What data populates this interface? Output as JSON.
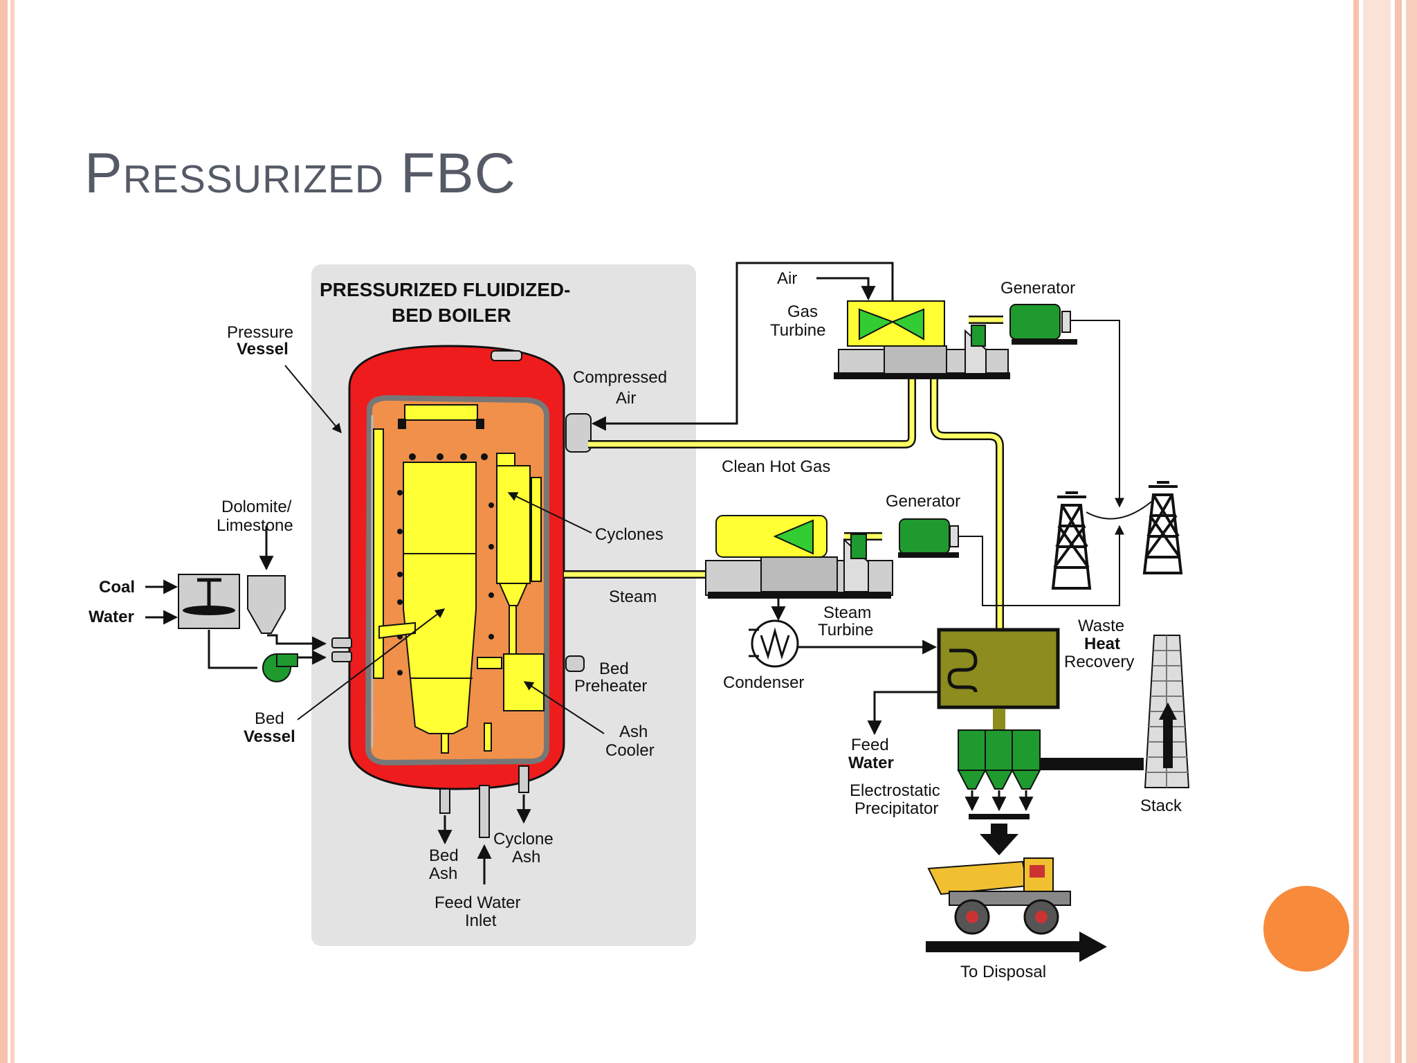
{
  "slide": {
    "title": "Pressurized FBC"
  },
  "diagram": {
    "heading_line1": "PRESSURIZED FLUIDIZED-",
    "heading_line2": "BED BOILER",
    "labels": {
      "pressure": "Pressure",
      "vessel": "Vessel",
      "compressed": "Compressed",
      "air_small": "Air",
      "air_top": "Air",
      "gas": "Gas",
      "turbine": "Turbine",
      "generator_top": "Generator",
      "clean_hot_gas": "Clean Hot Gas",
      "generator_mid": "Generator",
      "dolomite": "Dolomite/",
      "limestone": "Limestone",
      "cyclones": "Cyclones",
      "coal": "Coal",
      "water": "Water",
      "steam": "Steam",
      "steam2": "Steam",
      "turbine2": "Turbine",
      "waste": "Waste",
      "heat": "Heat",
      "recovery": "Recovery",
      "condenser": "Condenser",
      "bed_p": "Bed",
      "preheater": "Preheater",
      "bed_v": "Bed",
      "vessel_b": "Vessel",
      "ash": "Ash",
      "cooler": "Cooler",
      "feed": "Feed",
      "water_b": "Water",
      "electrostatic": "Electrostatic",
      "precipitator": "Precipitator",
      "stack": "Stack",
      "bed_a": "Bed",
      "ash_a": "Ash",
      "cyclone": "Cyclone",
      "ash_c": "Ash",
      "feed_water": "Feed Water",
      "inlet": "Inlet",
      "to_disposal": "To Disposal"
    }
  },
  "colors": {
    "vessel_red": "#ee1c1c",
    "bed_orange": "#f0904a",
    "component_yellow": "#ffff33",
    "pipe_yellow": "#ffff66",
    "machine_green": "#1f9a2e",
    "heat_recovery_olive": "#8c8c1f",
    "panel_gray": "#e3e3e3",
    "accent_orange": "#f88a3c",
    "title_gray": "#555a66"
  }
}
